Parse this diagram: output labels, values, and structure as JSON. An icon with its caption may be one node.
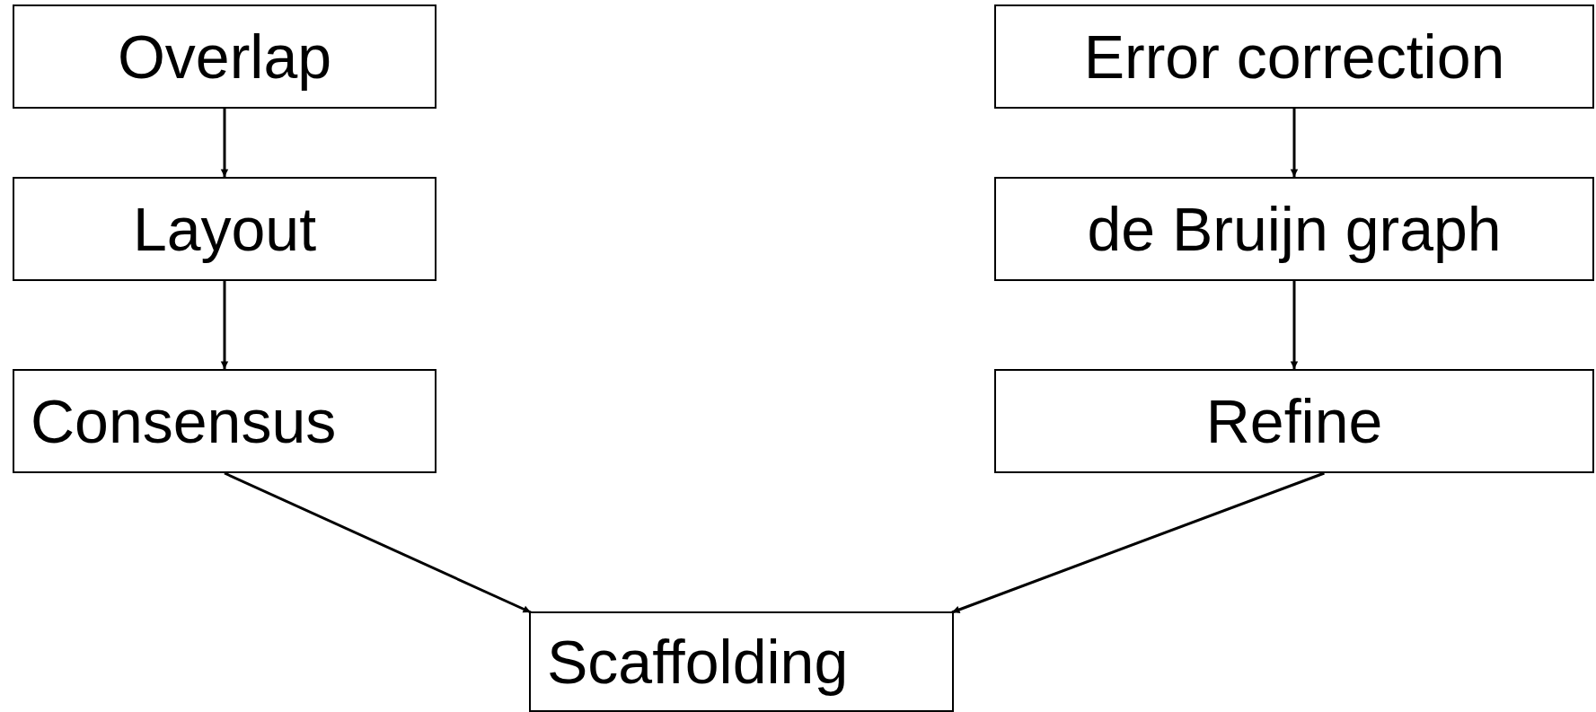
{
  "diagram": {
    "nodes": [
      {
        "text": [
          "Overlap"
        ]
      },
      {
        "text": [
          "Layout"
        ]
      },
      {
        "text": [
          "Consensus"
        ]
      },
      {
        "text": [
          "Error correction"
        ]
      },
      {
        "text": [
          "de Bruijn graph"
        ]
      },
      {
        "text": [
          "Refine"
        ]
      },
      {
        "text": [
          "Scaffolding"
        ]
      }
    ],
    "edges": [
      {
        "from": 0,
        "to": 1,
        "arrow": "to"
      },
      {
        "from": 1,
        "to": 2,
        "arrow": "to"
      },
      {
        "from": 3,
        "to": 4,
        "arrow": "to"
      },
      {
        "from": 4,
        "to": 5,
        "arrow": "to"
      },
      {
        "from": 2,
        "to": 6,
        "arrow": "to"
      },
      {
        "from": 5,
        "to": 6,
        "arrow": "to"
      }
    ]
  }
}
